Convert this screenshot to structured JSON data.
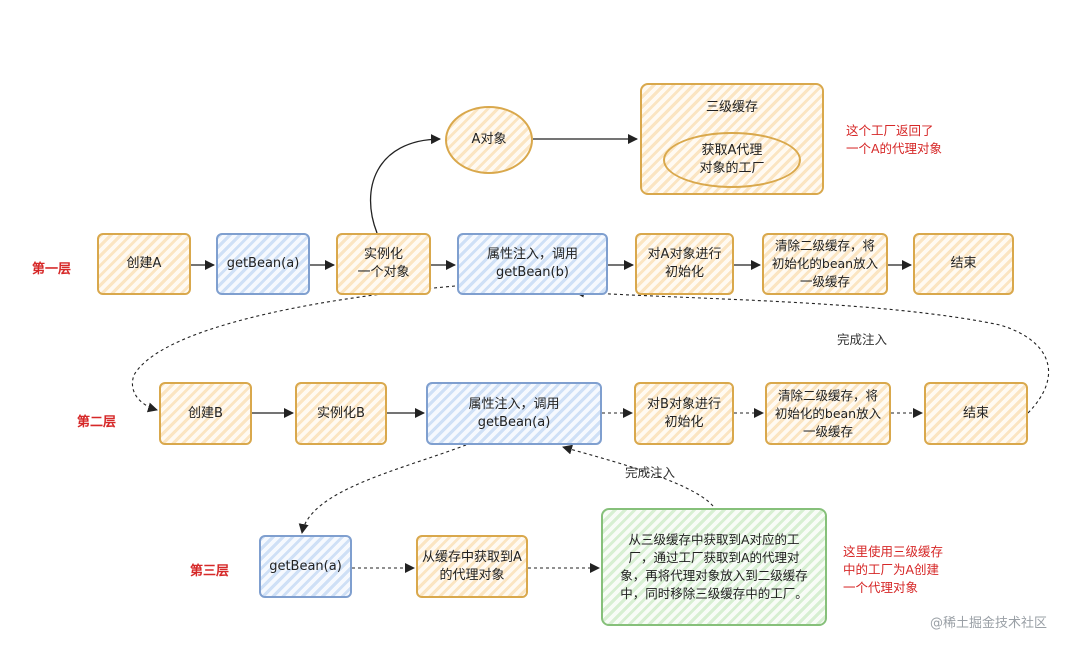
{
  "layers": {
    "first": "第一层",
    "second": "第二层",
    "third": "第三层"
  },
  "nodes": {
    "create_a": "创建A",
    "getbean_a_1": "getBean(a)",
    "instantiate": "实例化\n一个对象",
    "a_object": "A对象",
    "inject_b": "属性注入，调用\ngetBean(b)",
    "init_a": "对A对象进行\n初始化",
    "clear_cache_1": "清除二级缓存，将\n初始化的bean放入\n一级缓存",
    "end_1": "结束",
    "cache3_title": "三级缓存",
    "get_proxy_factory": "获取A代理\n对象的工厂",
    "create_b": "创建B",
    "instantiate_b": "实例化B",
    "inject_a": "属性注入，调用\ngetBean(a)",
    "init_b": "对B对象进行\n初始化",
    "clear_cache_2": "清除二级缓存，将\n初始化的bean放入\n一级缓存",
    "end_2": "结束",
    "getbean_a_3": "getBean(a)",
    "get_proxy_from_cache": "从缓存中获取到A\n的代理对象",
    "factory_desc": "从三级缓存中获取到A对应的工\n厂，通过工厂获取到A的代理对\n象，再将代理对象放入到二级缓存\n中，同时移除三级缓存中的工厂。"
  },
  "edge_labels": {
    "complete_inject_1": "完成注入",
    "complete_inject_2": "完成注入"
  },
  "notes": {
    "factory_returns": "这个工厂返回了\n一个A的代理对象",
    "third_cache_usage": "这里使用三级缓存\n中的工厂为A创建\n一个代理对象"
  },
  "watermark": "@稀土掘金技术社区",
  "colors": {
    "orange_border": "#d9a84c",
    "blue_border": "#7f9fcf",
    "green_border": "#86c07a",
    "label_red": "#d62828"
  }
}
